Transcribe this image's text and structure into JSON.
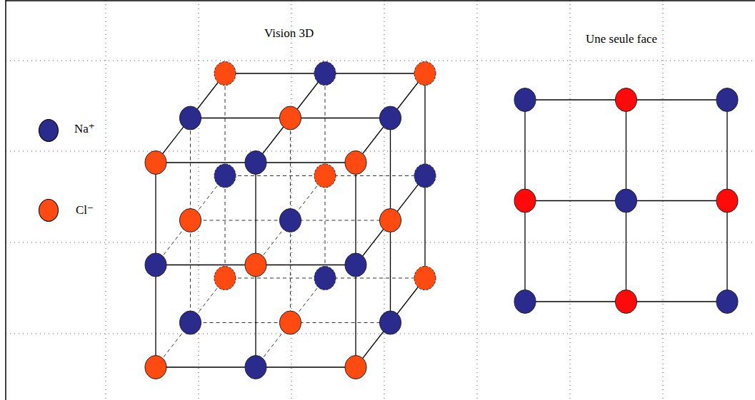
{
  "diagram": {
    "labels": [
      "Vision 3D",
      "Une seule face"
    ],
    "legend": [
      {
        "text": "Na⁺",
        "color": "#2b2b8e"
      },
      {
        "text": "Cl⁻",
        "color": "#ff4a12"
      }
    ]
  }
}
